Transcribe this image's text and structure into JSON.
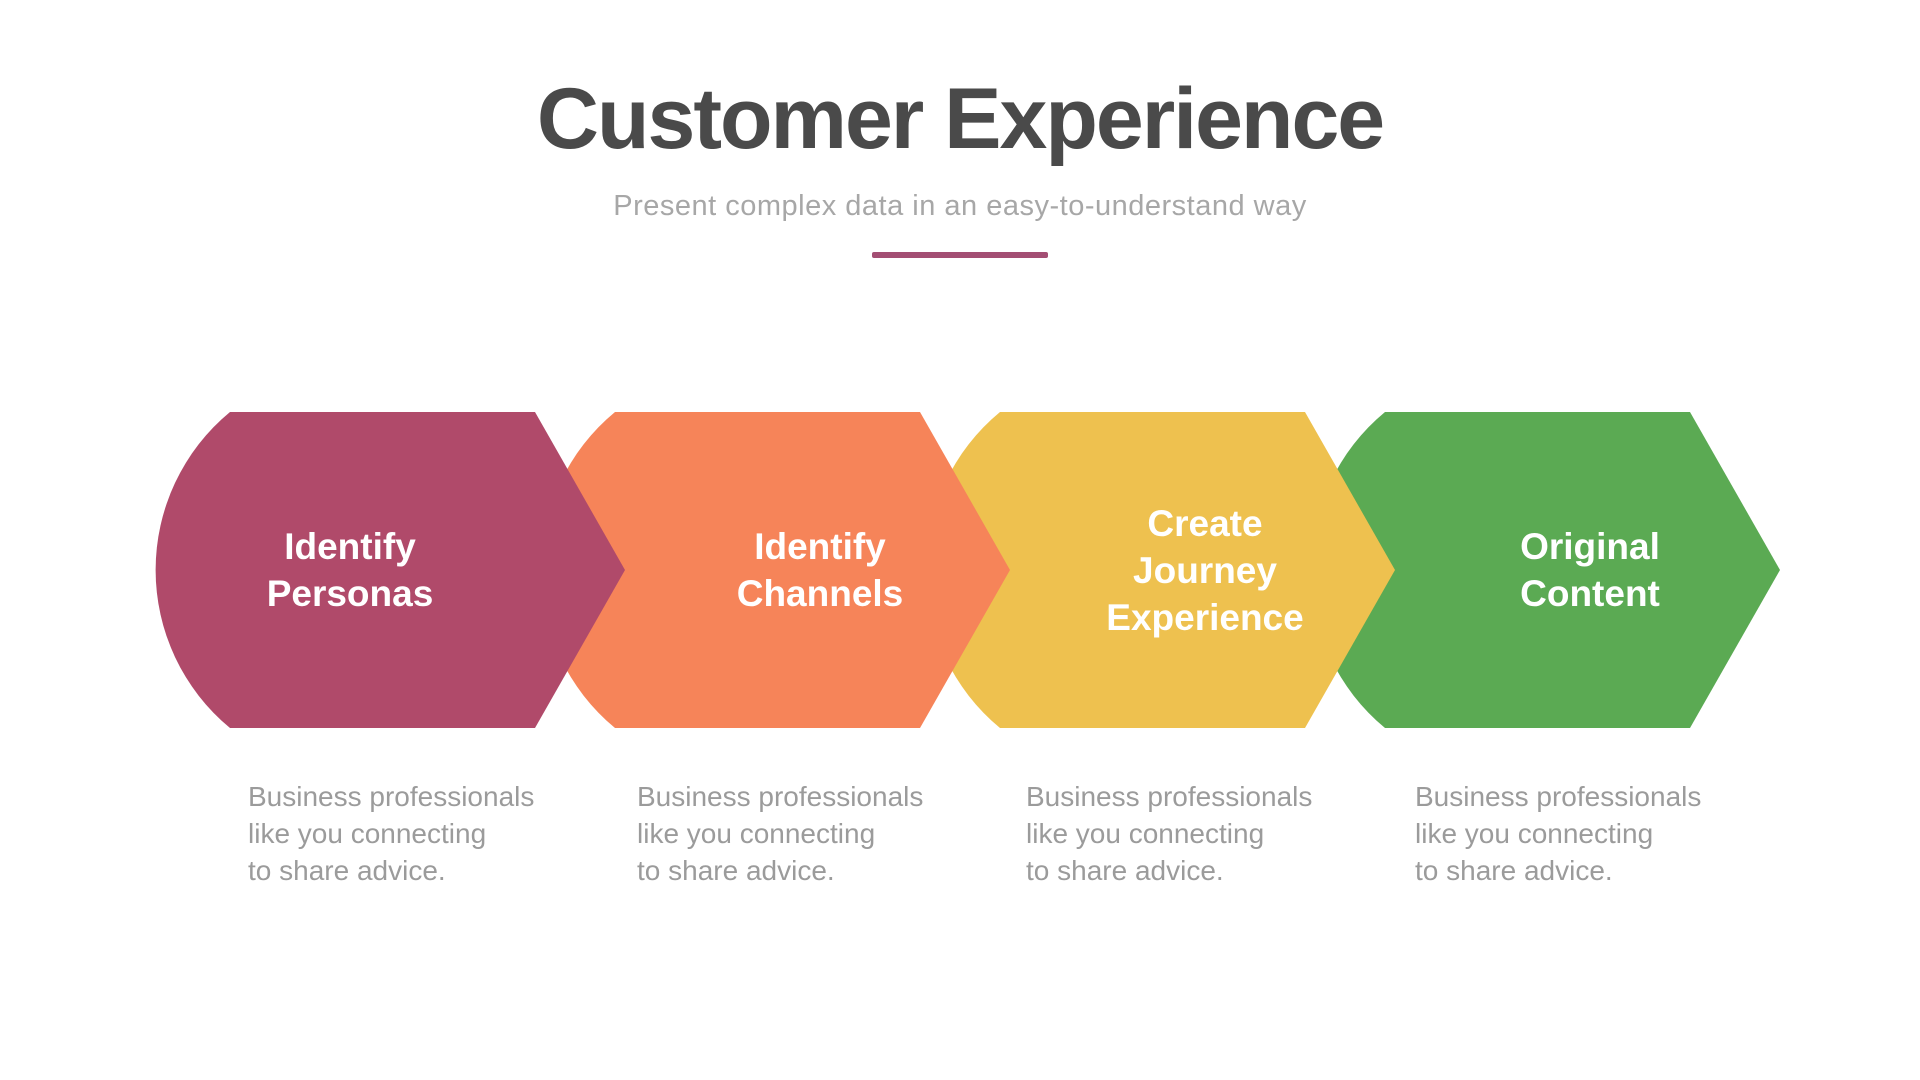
{
  "header": {
    "title": "Customer Experience",
    "subtitle": "Present complex data in an easy-to-understand way"
  },
  "colors": {
    "background": "#ffffff",
    "title_text": "#4a4a4a",
    "subtitle_text": "#a7a7a7",
    "divider": "#a34e73",
    "step_label_text": "#ffffff",
    "description_text": "#9b9b9b"
  },
  "steps": [
    {
      "label": "Identify\nPersonas",
      "color": "#b04a6a",
      "description": "Business professionals\nlike you connecting\nto share advice."
    },
    {
      "label": "Identify\nChannels",
      "color": "#f68459",
      "description": "Business professionals\nlike you connecting\nto share advice."
    },
    {
      "label": "Create\nJourney\nExperience",
      "color": "#eec14f",
      "description": "Business professionals\nlike you connecting\nto share advice."
    },
    {
      "label": "Original\nContent",
      "color": "#5baa53",
      "description": "Business professionals\nlike you connecting\nto share advice."
    }
  ]
}
